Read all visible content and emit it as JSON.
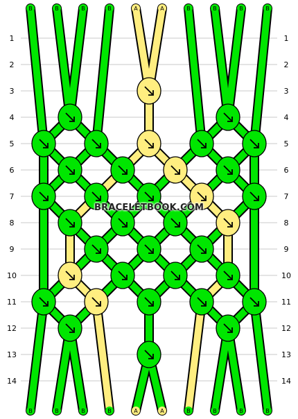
{
  "watermark": "BRACELETBOOK.COM",
  "rows": [
    "1",
    "2",
    "3",
    "4",
    "5",
    "6",
    "7",
    "8",
    "9",
    "10",
    "11",
    "12",
    "13",
    "14"
  ],
  "strings_top": [
    "B",
    "B",
    "B",
    "B",
    "A",
    "A",
    "B",
    "B",
    "B",
    "B"
  ],
  "strings_bottom": [
    "B",
    "B",
    "B",
    "B",
    "A",
    "A",
    "B",
    "B",
    "B",
    "B"
  ],
  "colors": {
    "A": "#ffee80",
    "B": "#00e600",
    "outline": "#000000",
    "rule": "#c8c8c8"
  },
  "knot_symbol": "arrow-down-right-icon",
  "knots": [
    {
      "row": 3,
      "cols": [
        5
      ]
    },
    {
      "row": 4,
      "cols": [
        2,
        8
      ]
    },
    {
      "row": 5,
      "cols": [
        1,
        3,
        5,
        7,
        9
      ]
    },
    {
      "row": 6,
      "cols": [
        2,
        4,
        6,
        8
      ]
    },
    {
      "row": 7,
      "cols": [
        1,
        3,
        5,
        7,
        9
      ]
    },
    {
      "row": 8,
      "cols": [
        2,
        4,
        6,
        8
      ]
    },
    {
      "row": 9,
      "cols": [
        3,
        5,
        7
      ]
    },
    {
      "row": 10,
      "cols": [
        2,
        4,
        6,
        8
      ]
    },
    {
      "row": 11,
      "cols": [
        1,
        3,
        5,
        7,
        9
      ]
    },
    {
      "row": 12,
      "cols": [
        2,
        8
      ]
    },
    {
      "row": 13,
      "cols": [
        5
      ]
    }
  ]
}
